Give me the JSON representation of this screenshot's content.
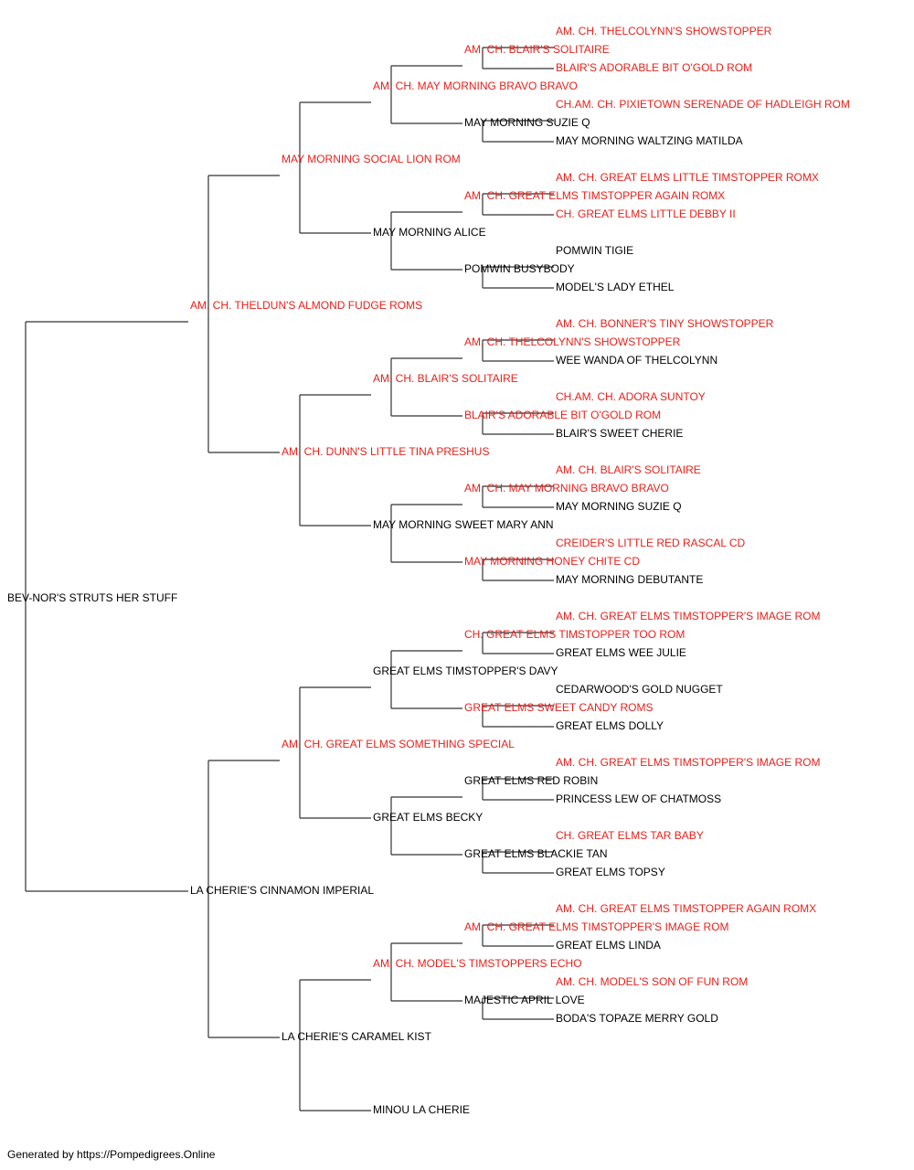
{
  "colors": {
    "champion": "#e8211b",
    "normal": "#000000",
    "line": "#333333"
  },
  "subject": {
    "name": "BEV-NOR'S STRUTS HER STUFF",
    "ch": false
  },
  "ancestors": [
    {
      "name": "AM. CH. THELDUN'S ALMOND FUDGE ROMS",
      "ch": true
    },
    {
      "name": "LA CHERIE'S CINNAMON IMPERIAL",
      "ch": false
    },
    {
      "name": "MAY MORNING SOCIAL LION ROM",
      "ch": true
    },
    {
      "name": "AM. CH. DUNN'S LITTLE TINA PRESHUS",
      "ch": true
    },
    {
      "name": "AM. CH. GREAT ELMS SOMETHING SPECIAL",
      "ch": true
    },
    {
      "name": "LA CHERIE'S CARAMEL KIST",
      "ch": false
    },
    {
      "name": "AM. CH. MAY MORNING BRAVO BRAVO",
      "ch": true
    },
    {
      "name": "MAY MORNING ALICE",
      "ch": false
    },
    {
      "name": "AM. CH. BLAIR'S SOLITAIRE",
      "ch": true
    },
    {
      "name": "MAY MORNING SWEET MARY ANN",
      "ch": false
    },
    {
      "name": "GREAT ELMS TIMSTOPPER'S DAVY",
      "ch": false
    },
    {
      "name": "GREAT ELMS BECKY",
      "ch": false
    },
    {
      "name": "AM. CH. MODEL'S TIMSTOPPERS ECHO",
      "ch": true
    },
    {
      "name": "MINOU LA CHERIE",
      "ch": false
    },
    {
      "name": "AM. CH. BLAIR'S SOLITAIRE",
      "ch": true
    },
    {
      "name": "MAY MORNING SUZIE Q",
      "ch": false
    },
    {
      "name": "AM. CH. GREAT ELMS TIMSTOPPER AGAIN ROMX",
      "ch": true
    },
    {
      "name": "POMWIN BUSYBODY",
      "ch": false
    },
    {
      "name": "AM. CH. THELCOLYNN'S SHOWSTOPPER",
      "ch": true
    },
    {
      "name": "BLAIR'S ADORABLE BIT O'GOLD ROM",
      "ch": true
    },
    {
      "name": "AM. CH. MAY MORNING BRAVO BRAVO",
      "ch": true
    },
    {
      "name": "MAY MORNING HONEY CHITE CD",
      "ch": true
    },
    {
      "name": "CH. GREAT ELMS TIMSTOPPER TOO ROM",
      "ch": true
    },
    {
      "name": "GREAT ELMS SWEET CANDY ROMS",
      "ch": true
    },
    {
      "name": "GREAT ELMS RED ROBIN",
      "ch": false
    },
    {
      "name": "GREAT ELMS BLACKIE TAN",
      "ch": false
    },
    {
      "name": "AM. CH. GREAT ELMS TIMSTOPPER'S IMAGE ROM",
      "ch": true
    },
    {
      "name": "MAJESTIC APRIL LOVE",
      "ch": false
    },
    {
      "name": "",
      "ch": false
    },
    {
      "name": "",
      "ch": false
    },
    {
      "name": "AM. CH. THELCOLYNN'S SHOWSTOPPER",
      "ch": true
    },
    {
      "name": "BLAIR'S ADORABLE BIT O'GOLD ROM",
      "ch": true
    },
    {
      "name": "CH.AM. CH. PIXIETOWN SERENADE OF HADLEIGH ROM",
      "ch": true
    },
    {
      "name": "MAY MORNING WALTZING MATILDA",
      "ch": false
    },
    {
      "name": "AM. CH. GREAT ELMS LITTLE TIMSTOPPER ROMX",
      "ch": true
    },
    {
      "name": "CH. GREAT ELMS LITTLE DEBBY II",
      "ch": true
    },
    {
      "name": "POMWIN TIGIE",
      "ch": false
    },
    {
      "name": "MODEL'S LADY ETHEL",
      "ch": false
    },
    {
      "name": "AM. CH. BONNER'S TINY SHOWSTOPPER",
      "ch": true
    },
    {
      "name": "WEE WANDA OF THELCOLYNN",
      "ch": false
    },
    {
      "name": "CH.AM. CH. ADORA SUNTOY",
      "ch": true
    },
    {
      "name": "BLAIR'S SWEET CHERIE",
      "ch": false
    },
    {
      "name": "AM. CH. BLAIR'S SOLITAIRE",
      "ch": true
    },
    {
      "name": "MAY MORNING SUZIE Q",
      "ch": false
    },
    {
      "name": "CREIDER'S LITTLE RED RASCAL CD",
      "ch": true
    },
    {
      "name": "MAY MORNING DEBUTANTE",
      "ch": false
    },
    {
      "name": "AM. CH. GREAT ELMS TIMSTOPPER'S IMAGE ROM",
      "ch": true
    },
    {
      "name": "GREAT ELMS WEE JULIE",
      "ch": false
    },
    {
      "name": "CEDARWOOD'S GOLD NUGGET",
      "ch": false
    },
    {
      "name": "GREAT ELMS DOLLY",
      "ch": false
    },
    {
      "name": "AM. CH. GREAT ELMS TIMSTOPPER'S IMAGE ROM",
      "ch": true
    },
    {
      "name": "PRINCESS LEW OF CHATMOSS",
      "ch": false
    },
    {
      "name": "CH. GREAT ELMS TAR BABY",
      "ch": true
    },
    {
      "name": "GREAT ELMS TOPSY",
      "ch": false
    },
    {
      "name": "AM. CH. GREAT ELMS TIMSTOPPER AGAIN ROMX",
      "ch": true
    },
    {
      "name": "GREAT ELMS LINDA",
      "ch": false
    },
    {
      "name": "AM. CH. MODEL'S SON OF FUN ROM",
      "ch": true
    },
    {
      "name": "BODA'S TOPAZE MERRY GOLD",
      "ch": false
    },
    {
      "name": "",
      "ch": false
    },
    {
      "name": "",
      "ch": false
    },
    {
      "name": "",
      "ch": false
    },
    {
      "name": "",
      "ch": false
    }
  ],
  "footer": "Generated by https://Pompedigrees.Online"
}
